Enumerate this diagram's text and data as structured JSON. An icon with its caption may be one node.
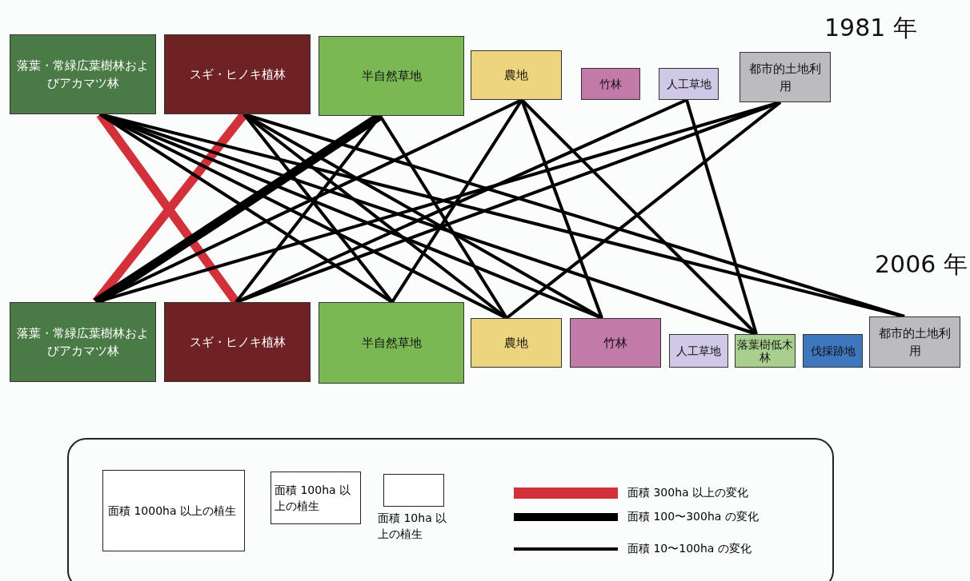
{
  "diagram": {
    "nodes": [
      {
        "text": [
          "落葉・常緑広葉樹林およびアカマツ林"
        ]
      },
      {
        "text": [
          "スギ・ヒノキ植林"
        ]
      },
      {
        "text": [
          "半自然草地"
        ]
      },
      {
        "text": [
          "農地"
        ]
      },
      {
        "text": [
          "竹林"
        ]
      },
      {
        "text": [
          "人工草地"
        ]
      },
      {
        "text": [
          "都市的土地利用"
        ]
      },
      {
        "text": [
          "落葉・常緑広葉樹林およびアカマツ林"
        ]
      },
      {
        "text": [
          "スギ・ヒノキ植林"
        ]
      },
      {
        "text": [
          "半自然草地"
        ]
      },
      {
        "text": [
          "農地"
        ]
      },
      {
        "text": [
          "竹林"
        ]
      },
      {
        "text": [
          "人工草地"
        ]
      },
      {
        "text": [
          "落葉樹低木林"
        ]
      },
      {
        "text": [
          "伐採跡地"
        ]
      },
      {
        "text": [
          "都市的土地利用"
        ]
      }
    ],
    "edges": [
      {
        "from": 0,
        "to": 8,
        "arrow": "none",
        "style": "thick",
        "color": "#d3313a"
      },
      {
        "from": 1,
        "to": 7,
        "arrow": "none",
        "style": "thick",
        "color": "#d3313a"
      },
      {
        "from": 2,
        "to": 7,
        "arrow": "none",
        "style": "thick"
      },
      {
        "from": 0,
        "to": 9,
        "arrow": "none"
      },
      {
        "from": 0,
        "to": 10,
        "arrow": "none"
      },
      {
        "from": 0,
        "to": 11,
        "arrow": "none"
      },
      {
        "from": 0,
        "to": 13,
        "arrow": "none"
      },
      {
        "from": 0,
        "to": 15,
        "arrow": "none"
      },
      {
        "from": 1,
        "to": 9,
        "arrow": "none"
      },
      {
        "from": 1,
        "to": 10,
        "arrow": "none"
      },
      {
        "from": 1,
        "to": 11,
        "arrow": "none"
      },
      {
        "from": 1,
        "to": 15,
        "arrow": "none"
      },
      {
        "from": 2,
        "to": 8,
        "arrow": "none"
      },
      {
        "from": 2,
        "to": 10,
        "arrow": "none"
      },
      {
        "from": 3,
        "to": 7,
        "arrow": "none"
      },
      {
        "from": 3,
        "to": 9,
        "arrow": "none"
      },
      {
        "from": 3,
        "to": 11,
        "arrow": "none"
      },
      {
        "from": 3,
        "to": 13,
        "arrow": "none"
      },
      {
        "from": 5,
        "to": 8,
        "arrow": "none"
      },
      {
        "from": 5,
        "to": 13,
        "arrow": "none"
      },
      {
        "from": 6,
        "to": 7,
        "arrow": "none"
      },
      {
        "from": 6,
        "to": 8,
        "arrow": "none"
      },
      {
        "from": 6,
        "to": 10,
        "arrow": "none"
      }
    ],
    "labels": [
      "1981 年",
      "2006 年"
    ],
    "legend": [
      {
        "text": "面積 1000ha 以上の植生"
      },
      {
        "text": "面積 100ha 以上の植生"
      },
      {
        "text": "面積 10ha 以上の植生"
      },
      {
        "text": "面積 300ha 以上の変化"
      },
      {
        "text": "面積 100〜300ha の変化"
      },
      {
        "text": "面積 10〜100ha の変化"
      }
    ]
  }
}
